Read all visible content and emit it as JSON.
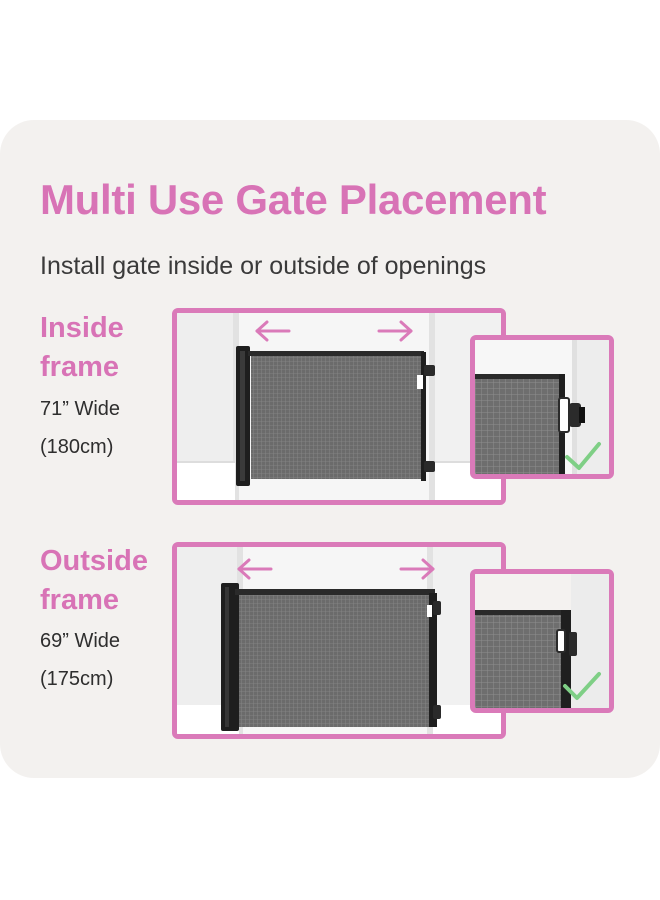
{
  "title": "Multi Use Gate Placement",
  "subtitle": "Install gate inside or outside of openings",
  "sections": [
    {
      "heading_line1": "Inside",
      "heading_line2": "frame",
      "width_imperial": "71” Wide",
      "width_metric": "(180cm)"
    },
    {
      "heading_line1": "Outside",
      "heading_line2": "frame",
      "width_imperial": "69” Wide",
      "width_metric": "(175cm)"
    }
  ],
  "colors": {
    "accent_pink": "#da7ab9",
    "check_green": "#7fcf86",
    "card_bg": "#f3f1ef"
  },
  "icons": [
    "double-arrow-icon",
    "check-icon"
  ]
}
